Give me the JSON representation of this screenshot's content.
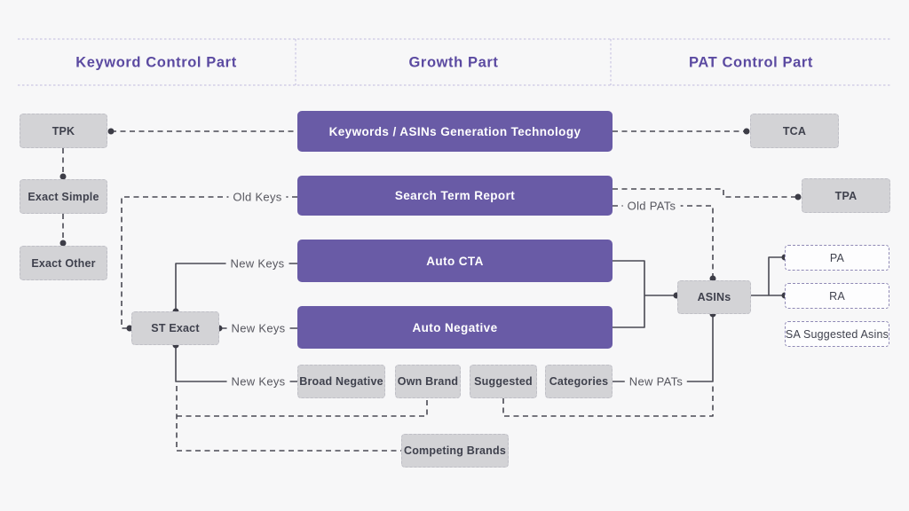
{
  "header": {
    "sections": [
      {
        "label": "Keyword Control Part"
      },
      {
        "label": "Growth Part"
      },
      {
        "label": "PAT Control Part"
      }
    ]
  },
  "nodes": {
    "tpk": "TPK",
    "exact_simple": "Exact Simple",
    "exact_other": "Exact Other",
    "st_exact": "ST Exact",
    "keywords_gen": "Keywords / ASINs Generation Technology",
    "search_term_report": "Search Term Report",
    "auto_cta": "Auto CTA",
    "auto_negative": "Auto Negative",
    "broad_negative": "Broad Negative",
    "own_brand": "Own Brand",
    "suggested": "Suggested",
    "categories": "Categories",
    "competing_brands": "Competing Brands",
    "tca": "TCA",
    "tpa": "TPA",
    "asins": "ASINs",
    "pa": "PA",
    "ra": "RA",
    "sa_suggested_asins": "SA Suggested Asins"
  },
  "edge_labels": {
    "old_keys": "Old Keys",
    "new_keys_auto_cta": "New Keys",
    "new_keys_auto_negative": "New Keys",
    "new_keys_broad_negative": "New Keys",
    "old_pats": "Old PATs",
    "new_pats": "New PATs"
  },
  "edges": [
    {
      "from": "TPK",
      "to": "Keywords / ASINs Generation Technology",
      "style": "dashed"
    },
    {
      "from": "Keywords / ASINs Generation Technology",
      "to": "TCA",
      "style": "dashed"
    },
    {
      "from": "TPK",
      "to": "Exact Simple",
      "style": "dashed"
    },
    {
      "from": "Exact Simple",
      "to": "Exact Other",
      "style": "dashed"
    },
    {
      "from": "Search Term Report",
      "to": "ST Exact",
      "style": "dashed",
      "label": "Old Keys"
    },
    {
      "from": "Search Term Report",
      "to": "TPA",
      "style": "dashed"
    },
    {
      "from": "Search Term Report",
      "to": "ASINs",
      "style": "dashed",
      "label": "Old PATs"
    },
    {
      "from": "ST Exact",
      "to": "Auto CTA",
      "style": "solid",
      "label": "New Keys"
    },
    {
      "from": "ST Exact",
      "to": "Auto Negative",
      "style": "solid",
      "label": "New Keys"
    },
    {
      "from": "ST Exact",
      "to": "Broad Negative",
      "style": "solid",
      "label": "New Keys"
    },
    {
      "from": "ST Exact",
      "to": "Own Brand",
      "style": "dashed"
    },
    {
      "from": "ST Exact",
      "to": "Competing Brands",
      "style": "dashed"
    },
    {
      "from": "Suggested",
      "to": "ASINs",
      "style": "dashed"
    },
    {
      "from": "Categories",
      "to": "ASINs",
      "style": "solid",
      "label": "New PATs"
    },
    {
      "from": "Auto CTA",
      "to": "ASINs",
      "style": "solid"
    },
    {
      "from": "Auto Negative",
      "to": "ASINs",
      "style": "solid"
    },
    {
      "from": "ASINs",
      "to": "PA",
      "style": "solid"
    },
    {
      "from": "ASINs",
      "to": "RA",
      "style": "solid"
    }
  ],
  "colors": {
    "background": "#f7f7f8",
    "purple_box": "#695ba6",
    "gray_box": "#d3d3d6",
    "white_box_border": "#8f89b5",
    "header_text": "#5b4aa1",
    "box_text": "#3f414d",
    "connector_line": "#4a4a54",
    "junction_dot": "#3d3d47",
    "edge_label_text": "#56565e",
    "header_grid_line": "#cbc7e3"
  }
}
